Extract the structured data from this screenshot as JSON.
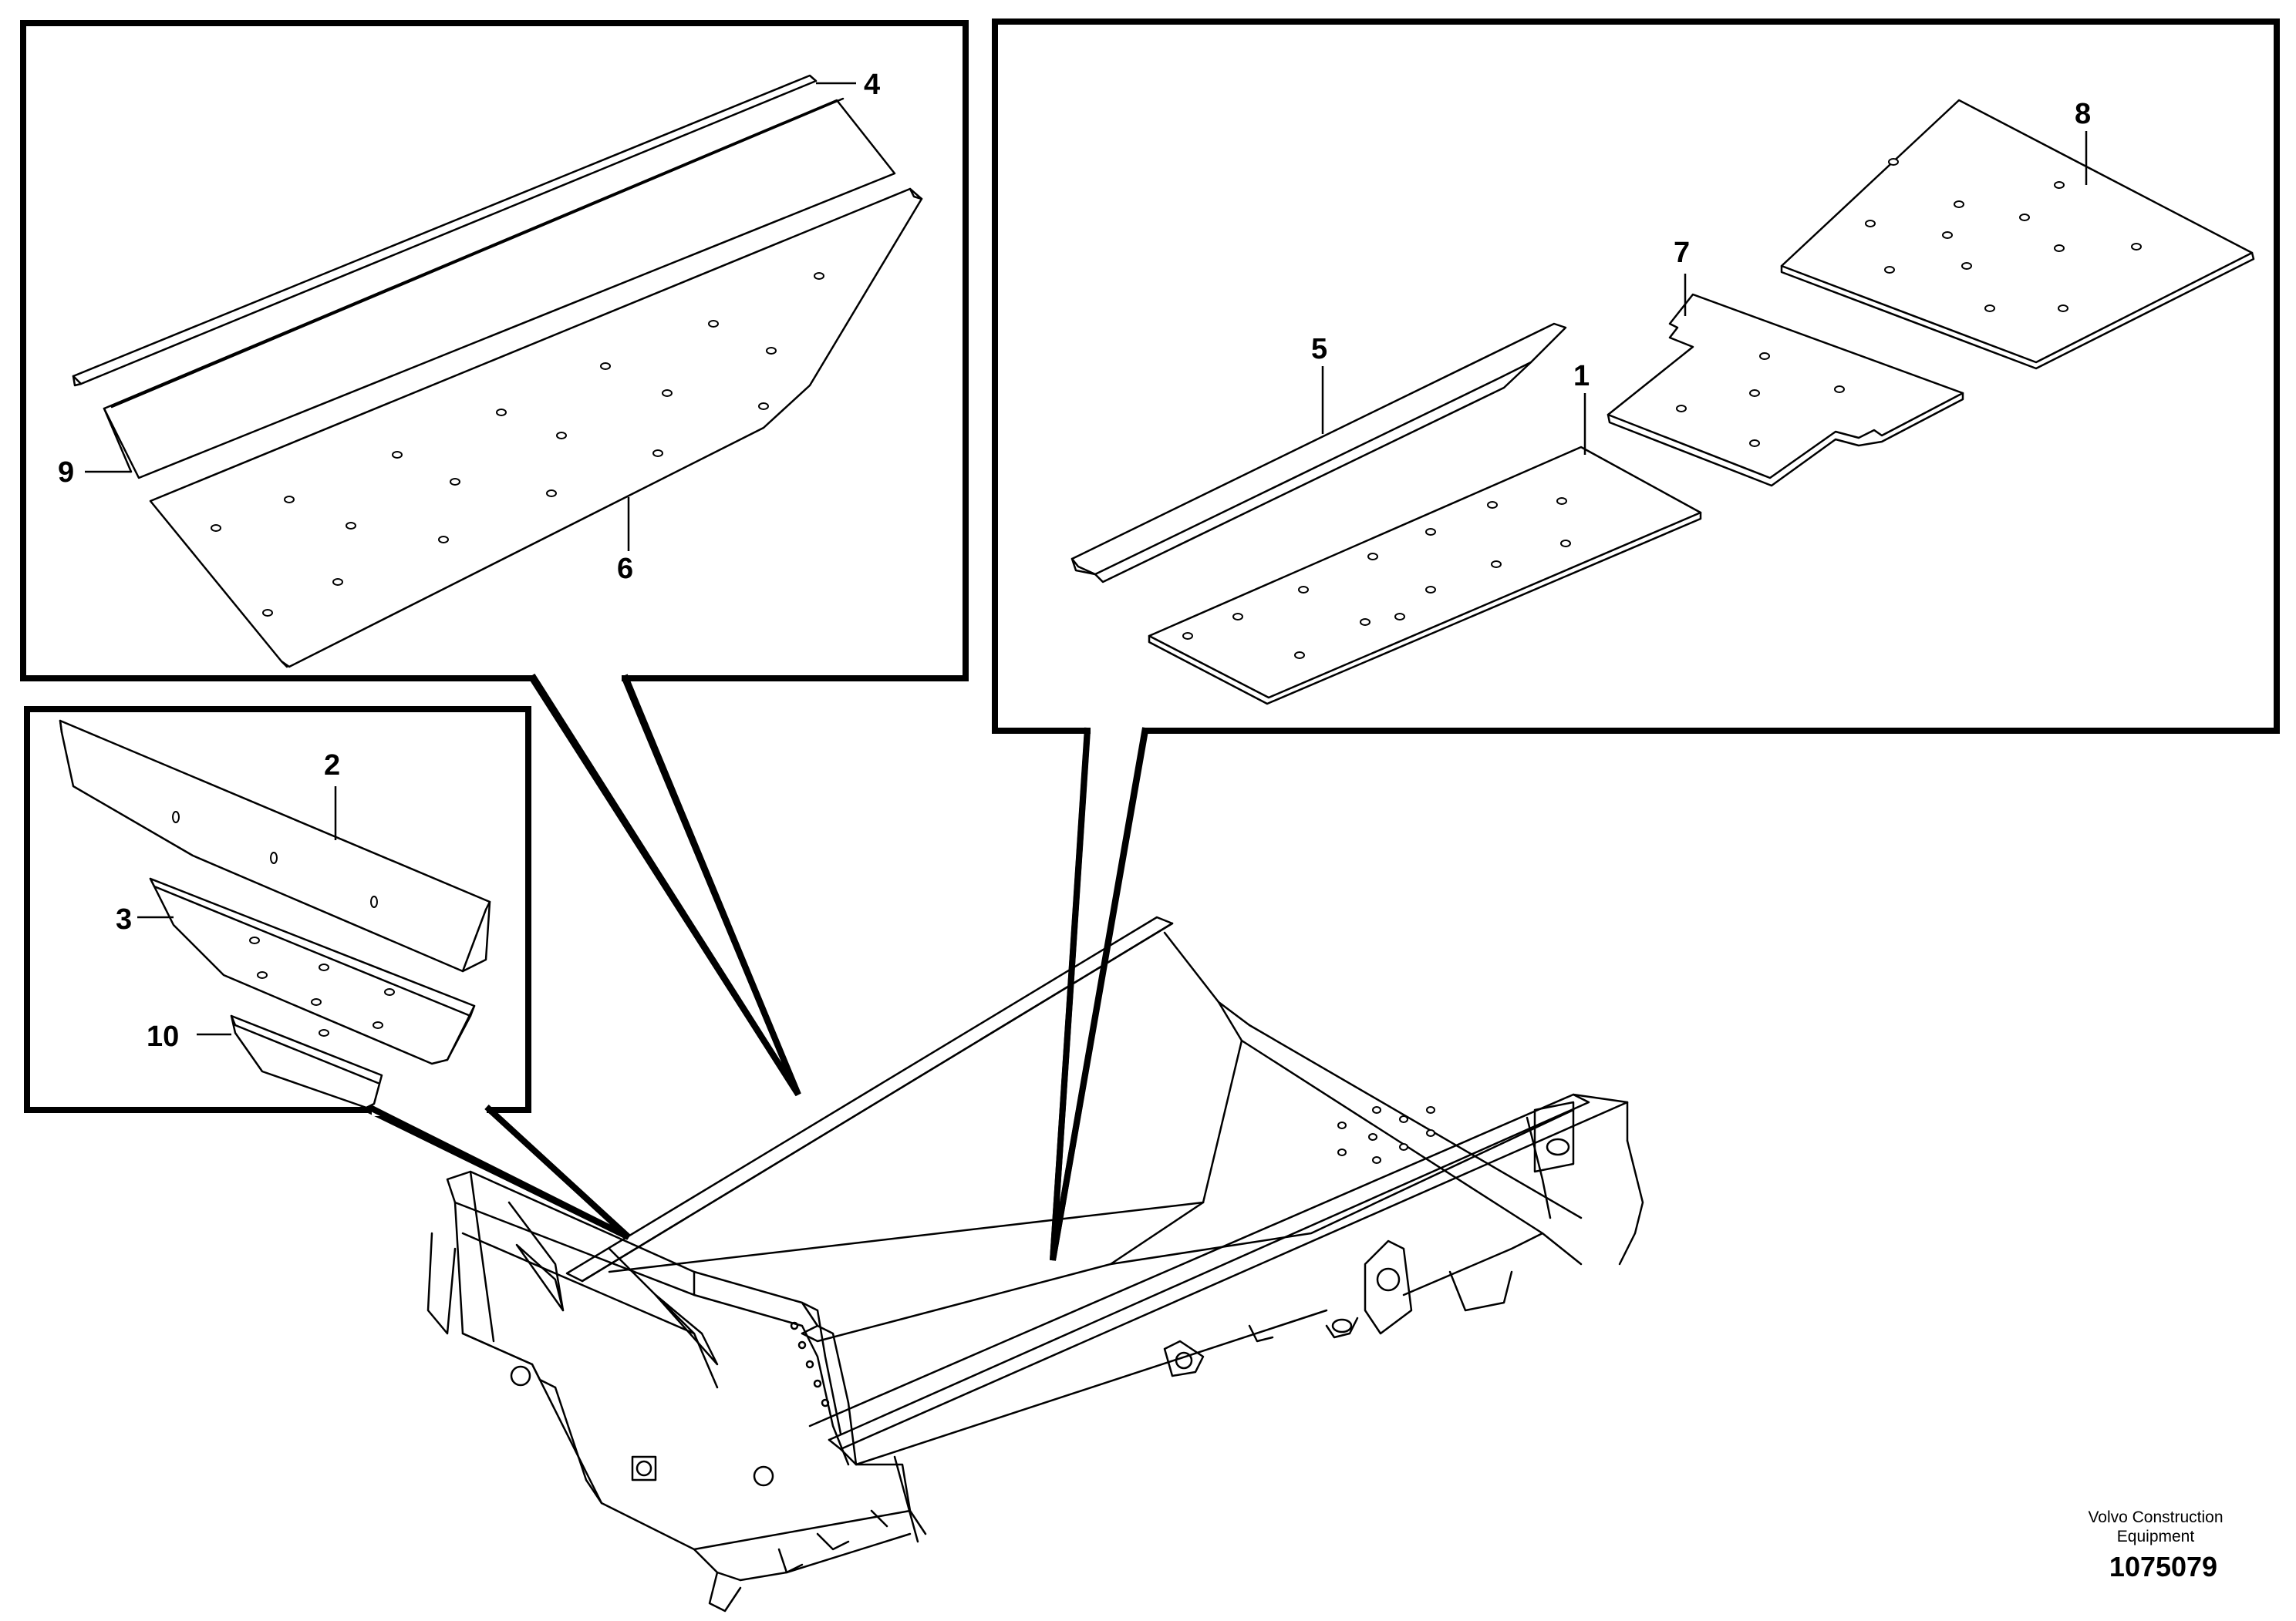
{
  "callouts": {
    "c1": "1",
    "c2": "2",
    "c3": "3",
    "c4": "4",
    "c5": "5",
    "c6": "6",
    "c7": "7",
    "c8": "8",
    "c9": "9",
    "c10": "10"
  },
  "brand": {
    "line1": "Volvo Construction",
    "line2": "Equipment",
    "code": "1075079"
  }
}
